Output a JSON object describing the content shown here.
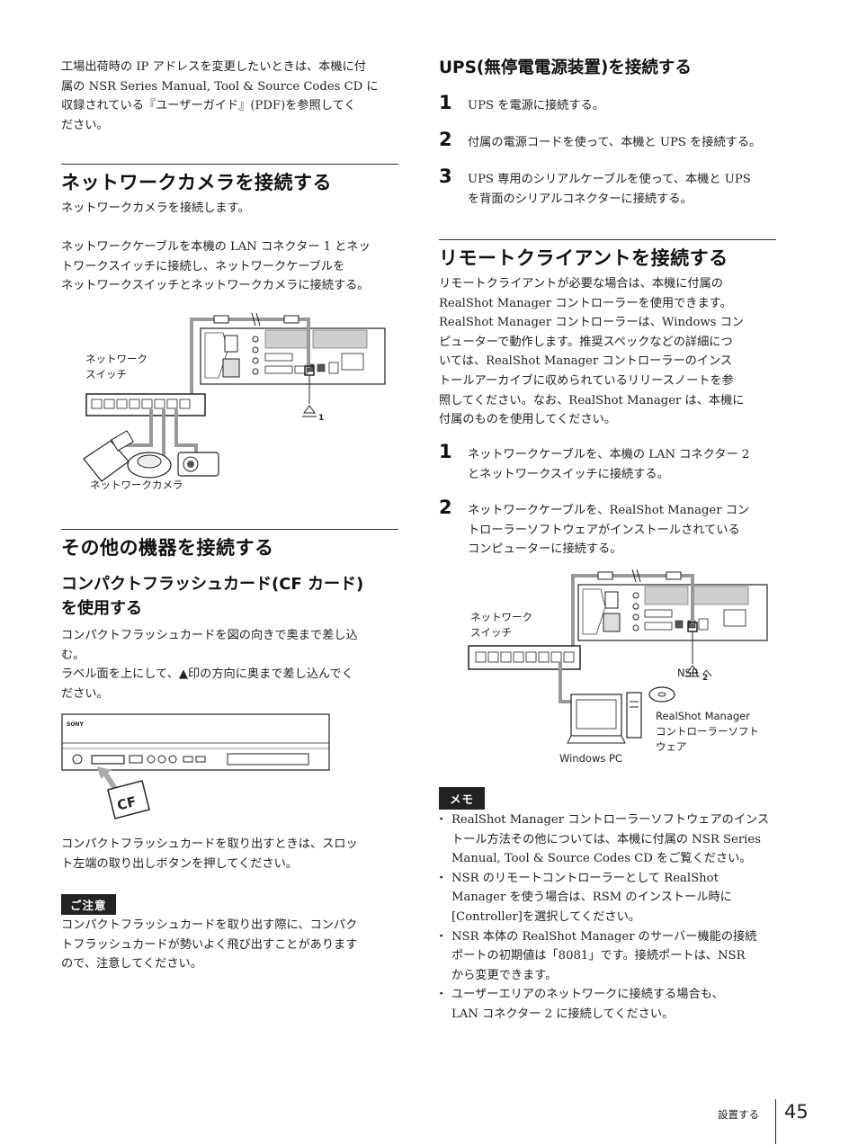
{
  "intro": "工場出荷時の IP アドレスを変更したいときは、本機に付\n属の NSR Series Manual, Tool & Source Codes CD に\n収録されている『ユーザーガイド』(PDF)を参照してく\nださい。",
  "section_camera": {
    "title": "ネットワークカメラを接続する",
    "p1": "ネットワークカメラを接続します。",
    "p2": "ネットワークケーブルを本機の LAN コネクター 1 とネッ\nトワークスイッチに接続し、ネットワークケーブルを\nネットワークスイッチとネットワークカメラに接続する。",
    "fig": {
      "switch_label": "ネットワーク\nスイッチ",
      "camera_label": "ネットワークカメラ",
      "lan_num": "1"
    }
  },
  "section_other": {
    "title": "その他の機器を接続する",
    "sub_title": "コンパクトフラッシュカード(CF カード)\nを使用する",
    "p1": "コンパクトフラッシュカードを図の向きで奥まで差し込\nむ。\nラベル面を上にして、▲印の方向に奥まで差し込んでく\nださい。",
    "fig": {
      "brand": "SONY",
      "card": "CF"
    },
    "p2": "コンパクトフラッシュカードを取り出すときは、スロッ\nト左端の取り出しボタンを押してください。",
    "caution_tag": "ご注意",
    "caution": "コンパクトフラッシュカードを取り出す際に、コンパク\nトフラッシュカードが勢いよく飛び出すことがあります\nので、注意してください。"
  },
  "section_ups": {
    "title": "UPS(無停電電源装置)を接続する",
    "steps": [
      {
        "num": "1",
        "text": "UPS を電源に接続する。"
      },
      {
        "num": "2",
        "text": "付属の電源コードを使って、本機と UPS を接続する。"
      },
      {
        "num": "3",
        "text": "UPS 専用のシリアルケーブルを使って、本機と UPS\nを背面のシリアルコネクターに接続する。"
      }
    ]
  },
  "section_remote": {
    "title": "リモートクライアントを接続する",
    "p1": "リモートクライアントが必要な場合は、本機に付属の\nRealShot Manager コントローラーを使用できます。\nRealShot Manager コントローラーは、Windows コン\nピューターで動作します。推奨スペックなどの詳細につ\nいては、RealShot Manager コントローラーのインス\nトールアーカイブに収められているリリースノートを参\n照してください。なお、RealShot Manager は、本機に\n付属のものを使用してください。",
    "steps": [
      {
        "num": "1",
        "text": "ネットワークケーブルを、本機の LAN コネクター 2\nとネットワークスイッチに接続する。"
      },
      {
        "num": "2",
        "text": "ネットワークケーブルを、RealShot Manager コン\nトローラーソフトウェアがインストールされている\nコンピューターに接続する。"
      }
    ],
    "fig": {
      "switch_label": "ネットワーク\nスイッチ",
      "lan_num": "2",
      "nsr_label": "NSR へ",
      "software_label": "RealShot Manager\nコントローラーソフト\nウェア",
      "pc_label": "Windows PC"
    }
  },
  "memo": {
    "tag": "メモ",
    "items": [
      "RealShot Manager コントローラーソフトウェアのインス\nトール方法その他については、本機に付属の NSR Series\nManual, Tool & Source Codes CD をご覧ください。",
      "NSR のリモートコントローラーとして RealShot\nManager を使う場合は、RSM のインストール時に\n[Controller]を選択してください。",
      "NSR 本体の RealShot Manager のサーバー機能の接続\nポートの初期値は「8081」です。接続ポートは、NSR\nから変更できます。",
      "ユーザーエリアのネットワークに接続する場合も、\nLAN コネクター 2 に接続してください。"
    ]
  },
  "footer": {
    "section": "設置する",
    "page": "45"
  }
}
